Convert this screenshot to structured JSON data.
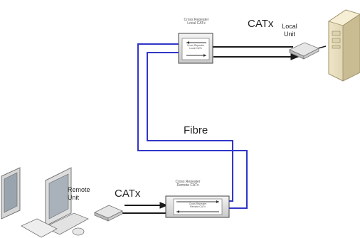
{
  "repeater_local": {
    "title_line1": "Cross Repeater",
    "title_line2": "Local CATx",
    "panel_line1": "Cross Repeater",
    "panel_line2": "Local CATx"
  },
  "repeater_remote": {
    "title_line1": "Cross Repeater",
    "title_line2": "Remote CATx",
    "panel_line1": "Cross Repeater",
    "panel_line2": "Remote CATx"
  },
  "labels": {
    "catx_top": "CATx",
    "local_unit_line1": "Local",
    "local_unit_line2": "Unit",
    "fibre": "Fibre",
    "catx_bottom": "CATx",
    "remote_unit_line1": "Remote",
    "remote_unit_line2": "Unit"
  },
  "colors": {
    "fibre": "#3036c8",
    "catx": "#1a1a1a"
  },
  "icons": {
    "server": "tower-server-icon",
    "workstation": "desktop-computer-icon",
    "extender": "extender-unit-icon"
  }
}
